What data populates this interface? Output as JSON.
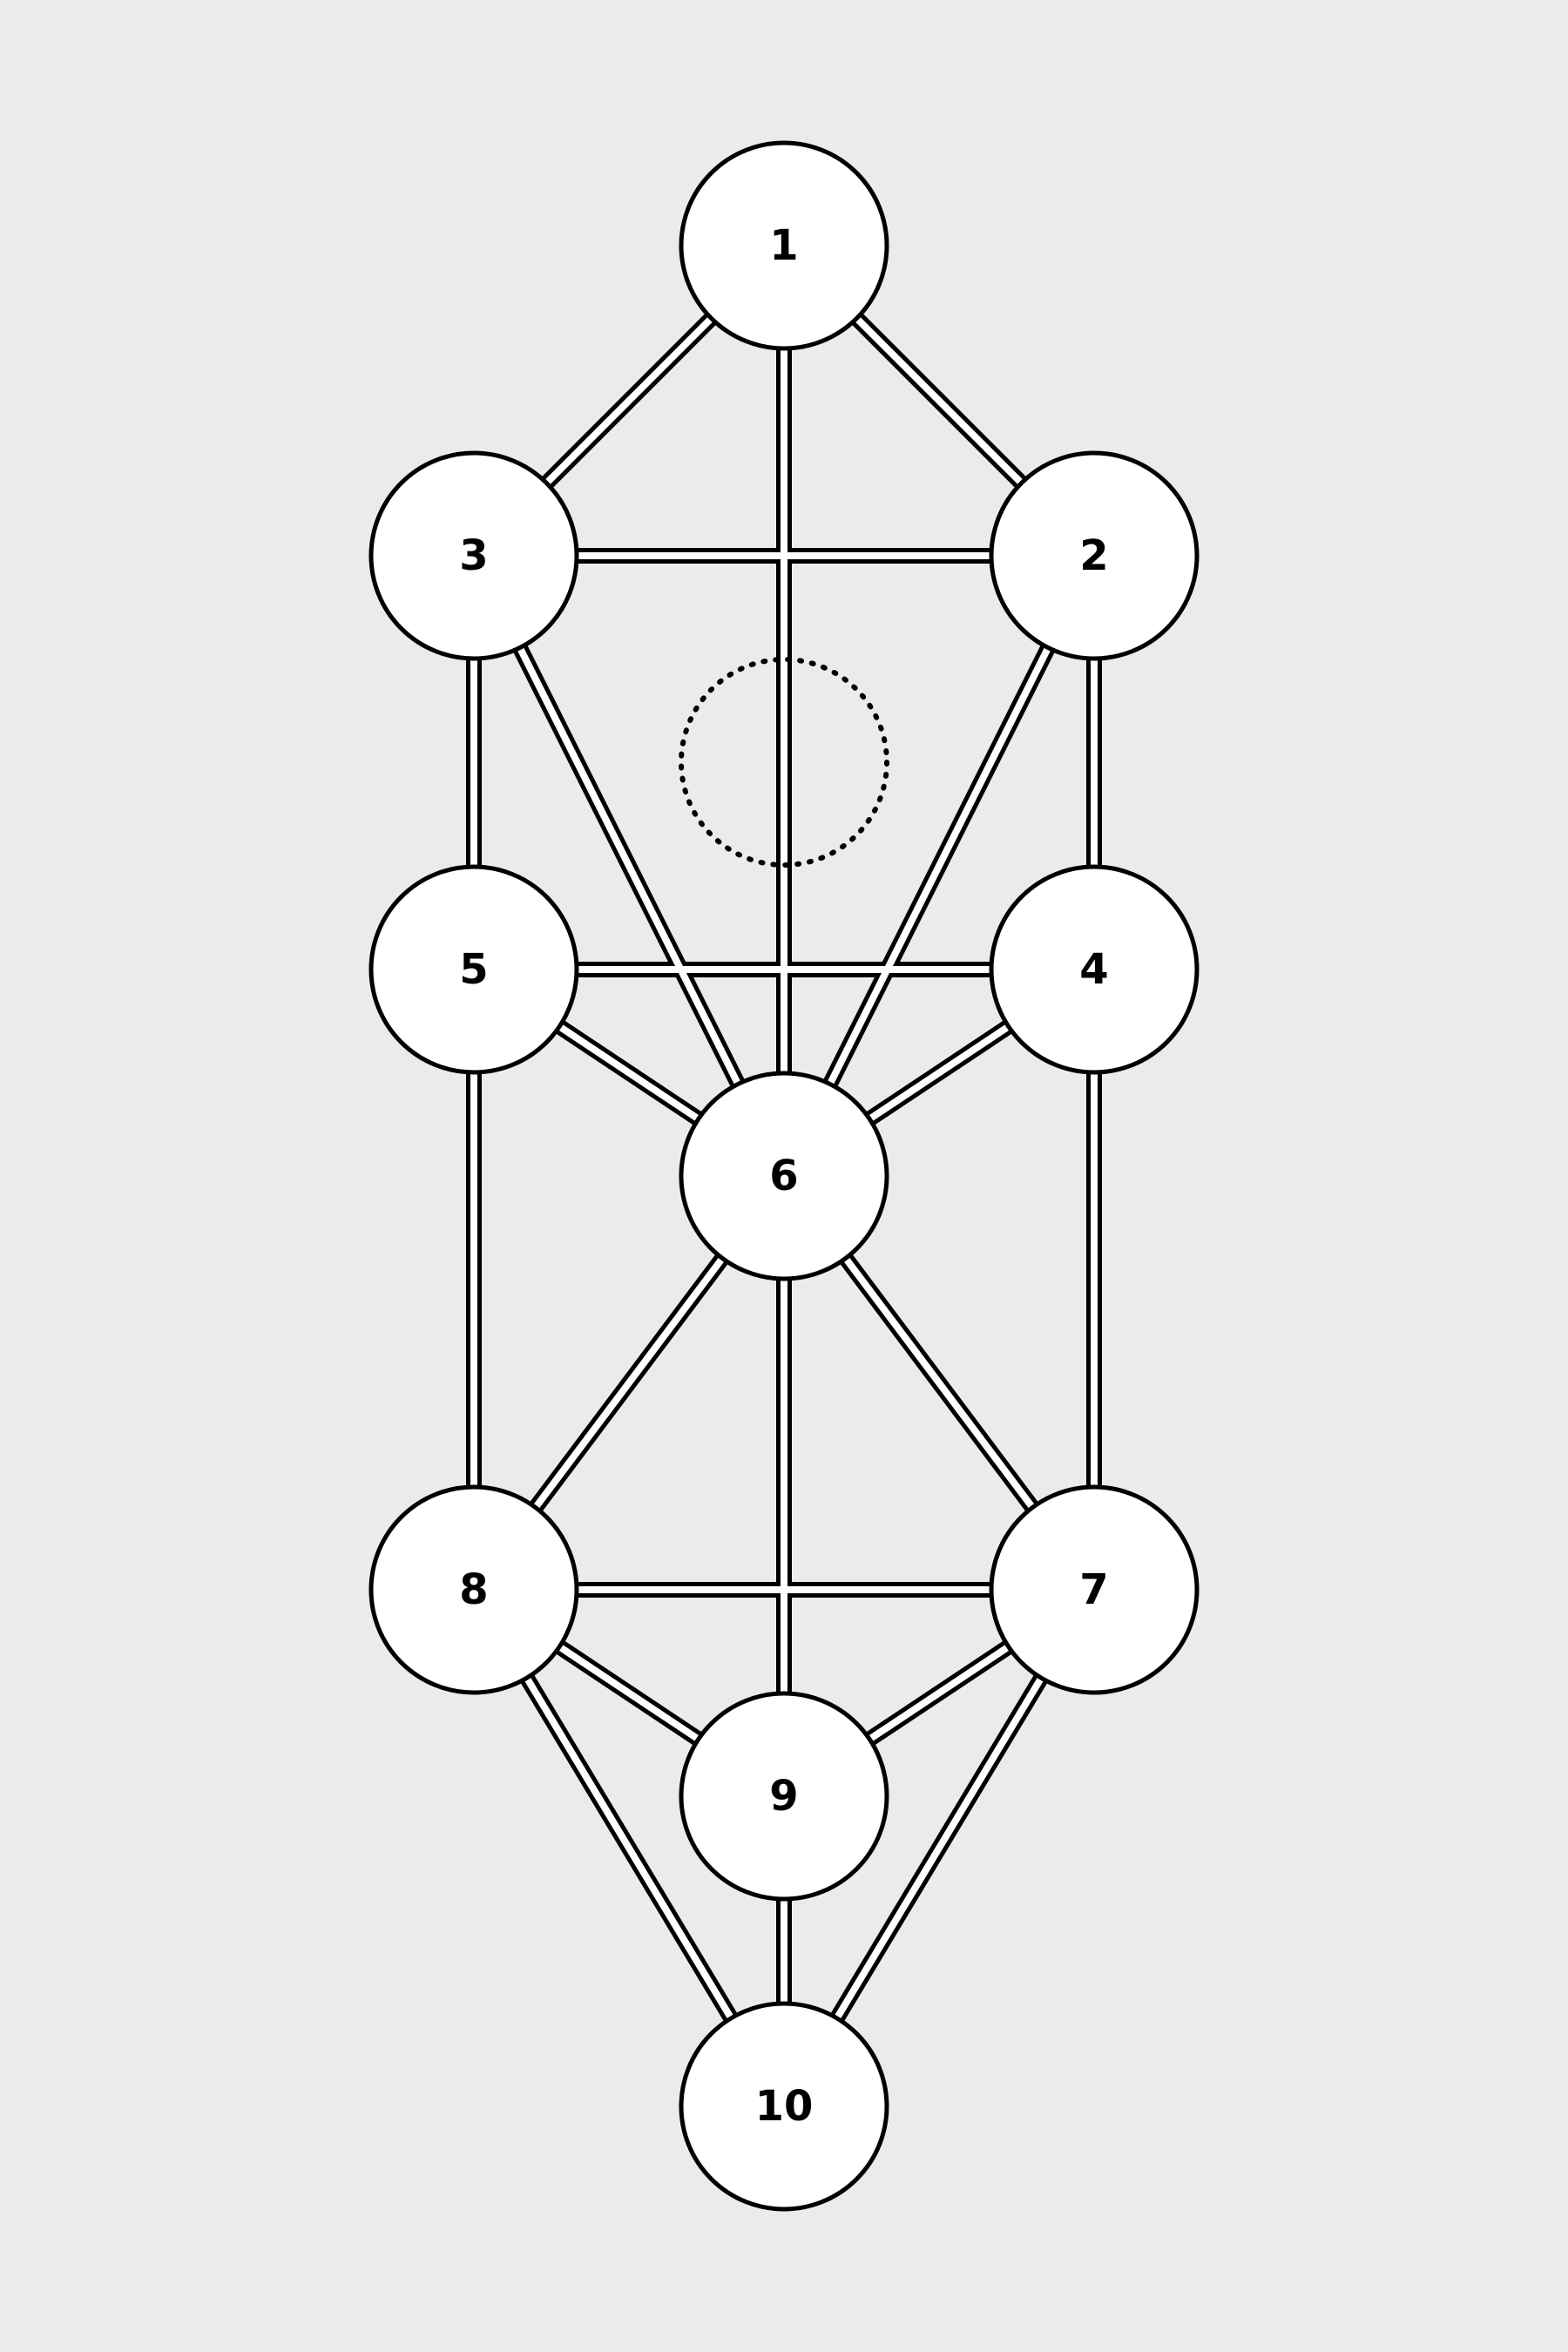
{
  "nodes": [
    {
      "id": "1",
      "label": "1"
    },
    {
      "id": "2",
      "label": "2"
    },
    {
      "id": "3",
      "label": "3"
    },
    {
      "id": "4",
      "label": "4"
    },
    {
      "id": "5",
      "label": "5"
    },
    {
      "id": "6",
      "label": "6"
    },
    {
      "id": "7",
      "label": "7"
    },
    {
      "id": "8",
      "label": "8"
    },
    {
      "id": "9",
      "label": "9"
    },
    {
      "id": "10",
      "label": "10"
    }
  ],
  "edges": [
    [
      "1",
      "2"
    ],
    [
      "1",
      "3"
    ],
    [
      "1",
      "6"
    ],
    [
      "2",
      "3"
    ],
    [
      "2",
      "4"
    ],
    [
      "2",
      "6"
    ],
    [
      "3",
      "5"
    ],
    [
      "3",
      "6"
    ],
    [
      "4",
      "5"
    ],
    [
      "4",
      "6"
    ],
    [
      "4",
      "7"
    ],
    [
      "5",
      "6"
    ],
    [
      "5",
      "8"
    ],
    [
      "6",
      "7"
    ],
    [
      "6",
      "8"
    ],
    [
      "6",
      "9"
    ],
    [
      "7",
      "8"
    ],
    [
      "7",
      "9"
    ],
    [
      "7",
      "10"
    ],
    [
      "8",
      "9"
    ],
    [
      "8",
      "10"
    ],
    [
      "9",
      "10"
    ]
  ],
  "hidden_node": {
    "id": "daath",
    "style": "dotted"
  },
  "colors": {
    "background": "#ebebeb",
    "stroke": "#000000",
    "fill": "#ffffff"
  }
}
